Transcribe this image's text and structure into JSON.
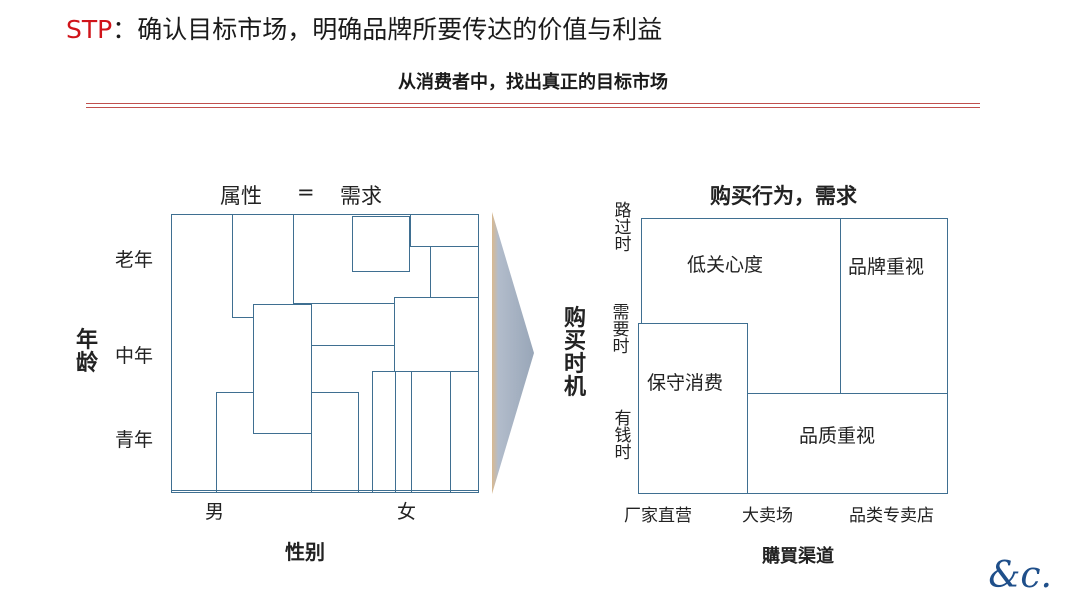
{
  "header": {
    "title_prefix": "STP",
    "title_rest": "：确认目标市场，明确品牌所要传达的价值与利益",
    "subtitle": "从消费者中，找出真正的目标市场",
    "accent_color": "#d0141a",
    "rule_color": "#c0504d"
  },
  "left_diagram": {
    "title_left": "属性",
    "title_eq": "=",
    "title_right": "需求",
    "y_axis_label": "年龄",
    "y_ticks": [
      "老年",
      "中年",
      "青年"
    ],
    "x_ticks": [
      "男",
      "女"
    ],
    "x_axis_label": "性别",
    "box_color": "#3f6f91"
  },
  "arrow": {
    "color": "#a8b4c4"
  },
  "right_diagram": {
    "title": "购买行为，需求",
    "y_axis_label": "购买时机",
    "y_ticks": [
      "路过时",
      "需要时",
      "有钱时"
    ],
    "x_ticks": [
      "厂家直营",
      "大卖场",
      "品类专卖店"
    ],
    "x_axis_label": "購買渠道",
    "cells": {
      "low_interest": "低关心度",
      "brand_focus": "品牌重视",
      "conservative": "保守消费",
      "quality_focus": "品质重视"
    }
  },
  "logo": {
    "text": "&c."
  }
}
